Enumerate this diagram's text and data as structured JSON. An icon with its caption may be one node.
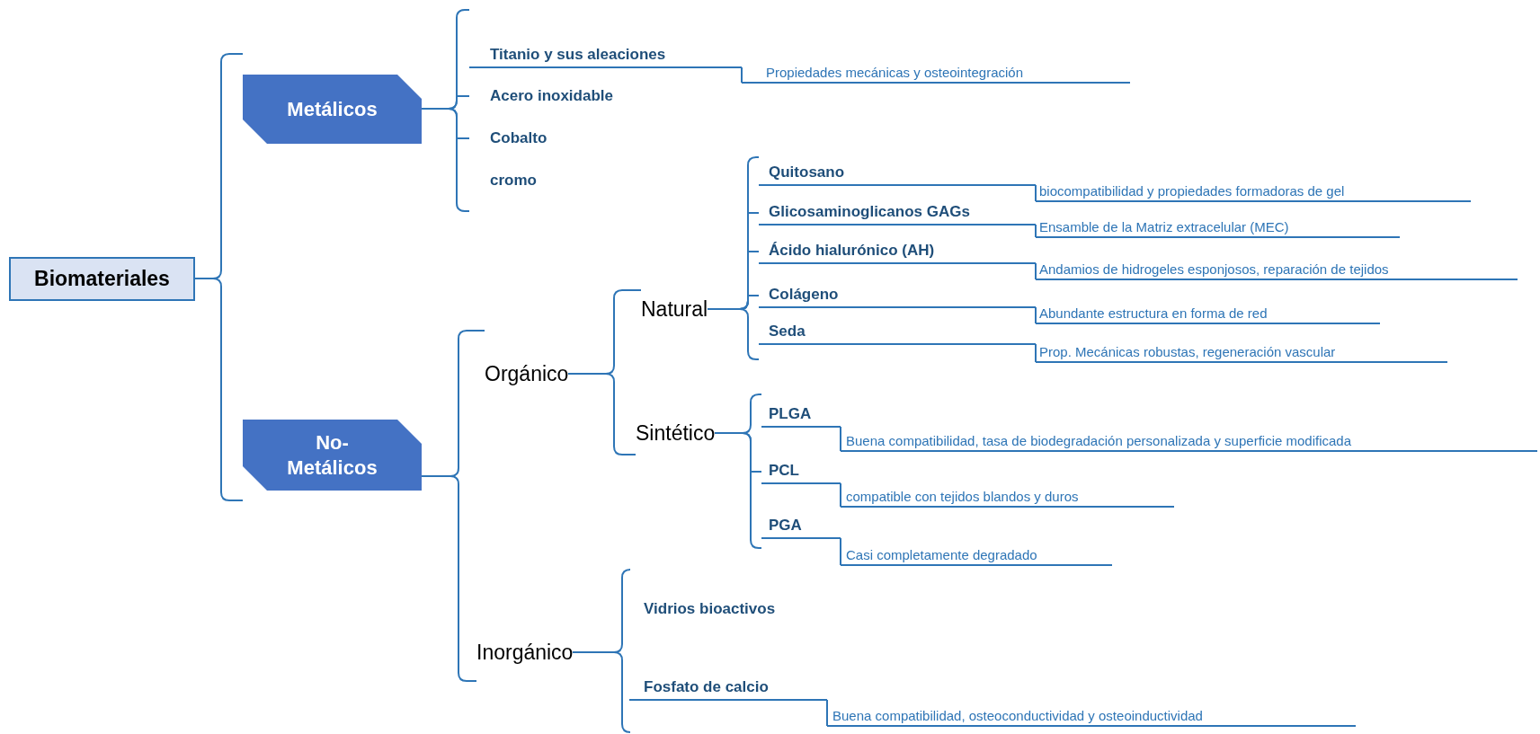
{
  "diagram": {
    "nodes": [
      {
        "text": [
          "Biomateriales"
        ]
      },
      {
        "text": [
          "Metálicos"
        ]
      },
      {
        "text": [
          "No-Metálicos"
        ]
      },
      {
        "text": [
          "Titanio y sus aleaciones"
        ]
      },
      {
        "text": [
          "Propiedades mecánicas y osteointegración"
        ]
      },
      {
        "text": [
          "Acero inoxidable"
        ]
      },
      {
        "text": [
          "Cobalto"
        ]
      },
      {
        "text": [
          "cromo"
        ]
      },
      {
        "text": [
          "Orgánico"
        ]
      },
      {
        "text": [
          "Inorgánico"
        ]
      },
      {
        "text": [
          "Natural"
        ]
      },
      {
        "text": [
          "Sintético"
        ]
      },
      {
        "text": [
          "Quitosano"
        ]
      },
      {
        "text": [
          "biocompatibilidad y propiedades formadoras de gel"
        ]
      },
      {
        "text": [
          "Glicosaminoglicanos GAGs"
        ]
      },
      {
        "text": [
          "Ensamble de la Matriz extracelular (MEC)"
        ]
      },
      {
        "text": [
          "Ácido hialurónico (AH)"
        ]
      },
      {
        "text": [
          "Andamios de hidrogeles esponjosos, reparación de tejidos"
        ]
      },
      {
        "text": [
          "Colágeno"
        ]
      },
      {
        "text": [
          "Abundante estructura en forma de red"
        ]
      },
      {
        "text": [
          "Seda"
        ]
      },
      {
        "text": [
          "Prop. Mecánicas robustas, regeneración vascular"
        ]
      },
      {
        "text": [
          "PLGA"
        ]
      },
      {
        "text": [
          "Buena compatibilidad, tasa de biodegradación personalizada y superficie modificada"
        ]
      },
      {
        "text": [
          "PCL"
        ]
      },
      {
        "text": [
          "compatible con tejidos blandos y duros"
        ]
      },
      {
        "text": [
          "PGA"
        ]
      },
      {
        "text": [
          "Casi completamente degradado"
        ]
      },
      {
        "text": [
          "Vidrios bioactivos"
        ]
      },
      {
        "text": [
          "Fosfato de calcio"
        ]
      },
      {
        "text": [
          "Buena compatibilidad, osteoconductividad y osteoinductividad"
        ]
      }
    ],
    "edges": [
      {
        "from": 0,
        "to": 1,
        "arrow": "none"
      },
      {
        "from": 0,
        "to": 2,
        "arrow": "none"
      },
      {
        "from": 1,
        "to": 3,
        "arrow": "none"
      },
      {
        "from": 1,
        "to": 5,
        "arrow": "none"
      },
      {
        "from": 1,
        "to": 6,
        "arrow": "none"
      },
      {
        "from": 1,
        "to": 7,
        "arrow": "none"
      },
      {
        "from": 3,
        "to": 4,
        "arrow": "none"
      },
      {
        "from": 2,
        "to": 8,
        "arrow": "none"
      },
      {
        "from": 2,
        "to": 9,
        "arrow": "none"
      },
      {
        "from": 8,
        "to": 10,
        "arrow": "none"
      },
      {
        "from": 8,
        "to": 11,
        "arrow": "none"
      },
      {
        "from": 10,
        "to": 12,
        "arrow": "none"
      },
      {
        "from": 10,
        "to": 14,
        "arrow": "none"
      },
      {
        "from": 10,
        "to": 16,
        "arrow": "none"
      },
      {
        "from": 10,
        "to": 18,
        "arrow": "none"
      },
      {
        "from": 10,
        "to": 20,
        "arrow": "none"
      },
      {
        "from": 12,
        "to": 13,
        "arrow": "none"
      },
      {
        "from": 14,
        "to": 15,
        "arrow": "none"
      },
      {
        "from": 16,
        "to": 17,
        "arrow": "none"
      },
      {
        "from": 18,
        "to": 19,
        "arrow": "none"
      },
      {
        "from": 20,
        "to": 21,
        "arrow": "none"
      },
      {
        "from": 11,
        "to": 22,
        "arrow": "none"
      },
      {
        "from": 11,
        "to": 24,
        "arrow": "none"
      },
      {
        "from": 11,
        "to": 26,
        "arrow": "none"
      },
      {
        "from": 22,
        "to": 23,
        "arrow": "none"
      },
      {
        "from": 24,
        "to": 25,
        "arrow": "none"
      },
      {
        "from": 26,
        "to": 27,
        "arrow": "none"
      },
      {
        "from": 9,
        "to": 28,
        "arrow": "none"
      },
      {
        "from": 9,
        "to": 29,
        "arrow": "none"
      },
      {
        "from": 29,
        "to": 30,
        "arrow": "none"
      }
    ]
  }
}
